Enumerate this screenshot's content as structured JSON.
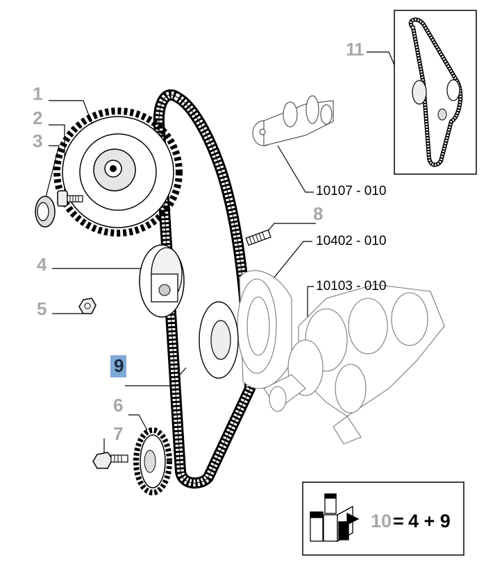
{
  "callouts": {
    "c1": "1",
    "c2": "2",
    "c3": "3",
    "c4": "4",
    "c5": "5",
    "c6": "6",
    "c7": "7",
    "c8": "8",
    "c9": "9",
    "c11": "11"
  },
  "refs": {
    "camshaft": "10107 - 010",
    "block": "10402 - 010",
    "crankshaft": "10103 - 010"
  },
  "kit": {
    "number": "10",
    "equals": "=",
    "formula": "4 + 9"
  },
  "colors": {
    "callout_gray": "#a8a8a8",
    "selected_bg": "#7fa9d6",
    "selected_text": "#1a2a44"
  },
  "selected_part": "9"
}
